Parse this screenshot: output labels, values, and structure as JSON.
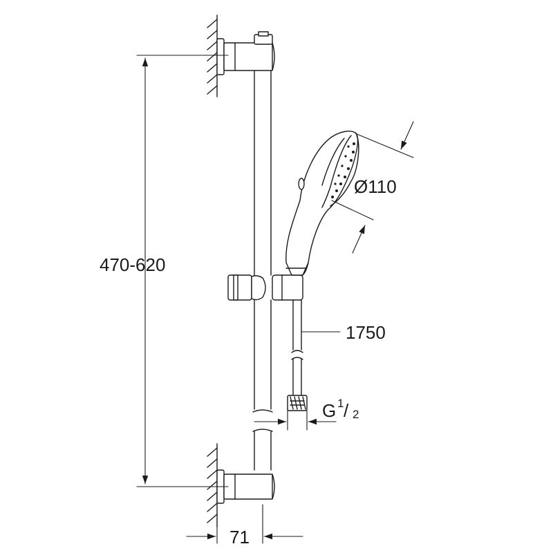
{
  "dimensions": {
    "rail_length": "470-620",
    "head_diameter": "Ø110",
    "hose_length": "1750",
    "thread": {
      "main": "G",
      "numerator": "1",
      "slash": "/",
      "denominator": "2"
    },
    "wall_distance": "71"
  },
  "colors": {
    "line": "#1a1a1a",
    "background": "#ffffff"
  }
}
